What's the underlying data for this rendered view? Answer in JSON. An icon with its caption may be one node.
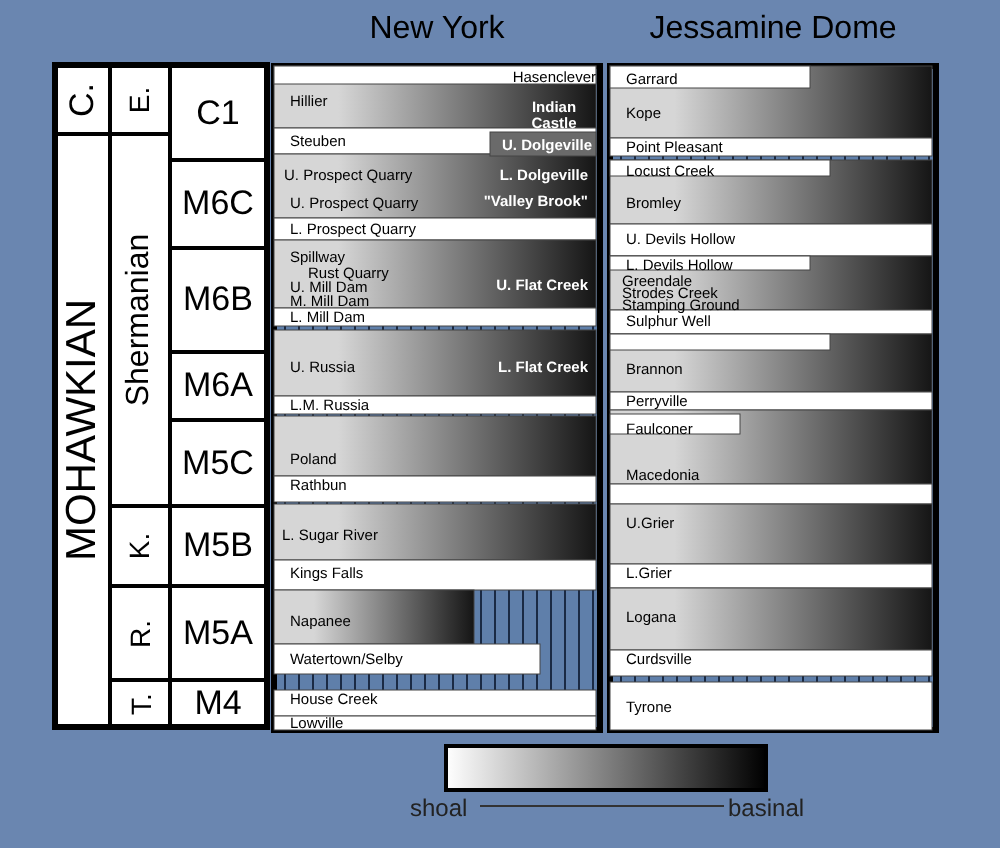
{
  "diagram": {
    "nodes": [
      {
        "text": [
          "C."
        ]
      },
      {
        "text": [
          "E."
        ]
      },
      {
        "text": [
          "C1"
        ]
      },
      {
        "text": [
          "MOHAWKIAN"
        ]
      },
      {
        "text": [
          "Shermanian"
        ]
      },
      {
        "text": [
          "M6C"
        ]
      },
      {
        "text": [
          "M6B"
        ]
      },
      {
        "text": [
          "M6A"
        ]
      },
      {
        "text": [
          "M5C"
        ]
      },
      {
        "text": [
          "K."
        ]
      },
      {
        "text": [
          "M5B"
        ]
      },
      {
        "text": [
          "R."
        ]
      },
      {
        "text": [
          "M5A"
        ]
      },
      {
        "text": [
          "T."
        ]
      },
      {
        "text": [
          "M4"
        ]
      },
      {
        "text": [
          "New York"
        ]
      },
      {
        "text": [
          "Hasenclever"
        ],
        "in": 15
      },
      {
        "text": [
          "Hillier"
        ],
        "in": 15
      },
      {
        "text": [
          "Indian Castle"
        ],
        "in": 15
      },
      {
        "text": [
          "Steuben"
        ],
        "in": 15
      },
      {
        "text": [
          "U. Dolgeville"
        ],
        "in": 15
      },
      {
        "text": [
          "U. Prospect Quarry"
        ],
        "in": 15
      },
      {
        "text": [
          "L. Dolgeville"
        ],
        "in": 15
      },
      {
        "text": [
          "U. Prospect Quarry"
        ],
        "in": 15
      },
      {
        "text": [
          "\"Valley Brook\""
        ],
        "in": 15
      },
      {
        "text": [
          "L. Prospect Quarry"
        ],
        "in": 15
      },
      {
        "text": [
          "Spillway"
        ],
        "in": 15
      },
      {
        "text": [
          "Rust Quarry"
        ],
        "in": 15
      },
      {
        "text": [
          "U. Mill Dam"
        ],
        "in": 15
      },
      {
        "text": [
          "U. Flat Creek"
        ],
        "in": 15
      },
      {
        "text": [
          "M. Mill Dam"
        ],
        "in": 15
      },
      {
        "text": [
          "L. Mill Dam"
        ],
        "in": 15
      },
      {
        "text": [
          "U. Russia"
        ],
        "in": 15
      },
      {
        "text": [
          "L. Flat Creek"
        ],
        "in": 15
      },
      {
        "text": [
          "L.M. Russia"
        ],
        "in": 15
      },
      {
        "text": [
          "Poland"
        ],
        "in": 15
      },
      {
        "text": [
          "Rathbun"
        ],
        "in": 15
      },
      {
        "text": [
          "L. Sugar River"
        ],
        "in": 15
      },
      {
        "text": [
          "Kings Falls"
        ],
        "in": 15
      },
      {
        "text": [
          "Napanee"
        ],
        "in": 15
      },
      {
        "text": [
          "Watertown/Selby"
        ],
        "in": 15
      },
      {
        "text": [
          "House Creek"
        ],
        "in": 15
      },
      {
        "text": [
          "Lowville"
        ],
        "in": 15
      },
      {
        "text": [
          "Jessamine Dome"
        ]
      },
      {
        "text": [
          "Garrard"
        ],
        "in": 43
      },
      {
        "text": [
          "Kope"
        ],
        "in": 43
      },
      {
        "text": [
          "Point Pleasant"
        ],
        "in": 43
      },
      {
        "text": [
          "Locust Creek"
        ],
        "in": 43
      },
      {
        "text": [
          "Bromley"
        ],
        "in": 43
      },
      {
        "text": [
          "U. Devils Hollow"
        ],
        "in": 43
      },
      {
        "text": [
          "L. Devils Hollow"
        ],
        "in": 43
      },
      {
        "text": [
          "Greendale"
        ],
        "in": 43
      },
      {
        "text": [
          "Strodes Creek"
        ],
        "in": 43
      },
      {
        "text": [
          "Stamping Ground"
        ],
        "in": 43
      },
      {
        "text": [
          "Sulphur Well"
        ],
        "in": 43
      },
      {
        "text": [
          "Brannon"
        ],
        "in": 43
      },
      {
        "text": [
          "Perryville"
        ],
        "in": 43
      },
      {
        "text": [
          "Faulconer"
        ],
        "in": 43
      },
      {
        "text": [
          "Macedonia"
        ],
        "in": 43
      },
      {
        "text": [
          "U.Grier"
        ],
        "in": 43
      },
      {
        "text": [
          "L.Grier"
        ],
        "in": 43
      },
      {
        "text": [
          "Logana"
        ],
        "in": 43
      },
      {
        "text": [
          "Curdsville"
        ],
        "in": 43
      },
      {
        "text": [
          "Tyrone"
        ],
        "in": 43
      },
      {
        "text": [],
        "shape": "bar"
      }
    ],
    "labels": [
      "shoal",
      "basinal"
    ]
  }
}
